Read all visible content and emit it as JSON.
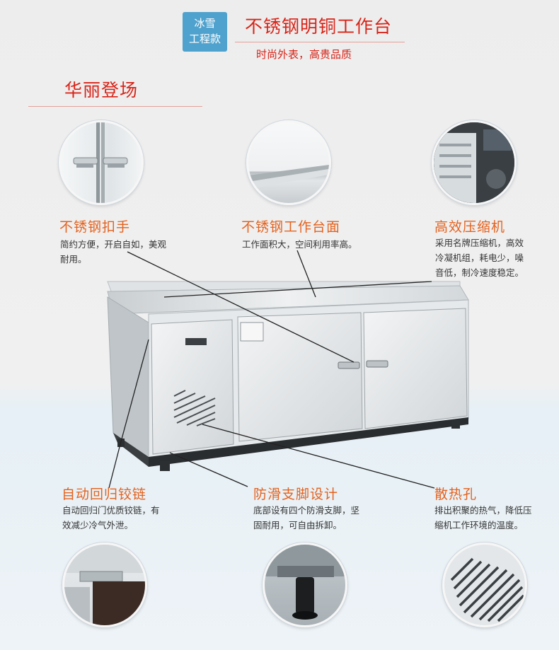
{
  "header": {
    "badge_line1": "冰雪",
    "badge_line2": "工程款",
    "title": "不锈钢明铜工作台",
    "subtitle": "时尚外表，高贵品质"
  },
  "section_title": "华丽登场",
  "features": {
    "handle": {
      "title": "不锈钢扣手",
      "desc1": "简约方便，开启自如，美观",
      "desc2": "耐用。"
    },
    "worktop": {
      "title": "不锈钢工作台面",
      "desc1": "工作面积大，空间利用率高。"
    },
    "compressor": {
      "title": "高效压缩机",
      "desc1": "采用名牌压缩机，高效",
      "desc2": "冷凝机组，耗电少，噪",
      "desc3": "音低，制冷速度稳定。"
    },
    "hinge": {
      "title": "自动回归铰链",
      "desc1": "自动回归门优质铰链，有",
      "desc2": "效减少冷气外泄。"
    },
    "feet": {
      "title": "防滑支脚设计",
      "desc1": "底部设有四个防滑支脚，坚",
      "desc2": "固耐用，可自由拆卸。"
    },
    "vent": {
      "title": "散热孔",
      "desc1": "排出积聚的热气，降低压",
      "desc2": "缩机工作环境的温度。"
    }
  },
  "colors": {
    "accent_red": "#d82418",
    "feature_orange": "#e4621e",
    "badge_blue": "#4fa2ce"
  }
}
